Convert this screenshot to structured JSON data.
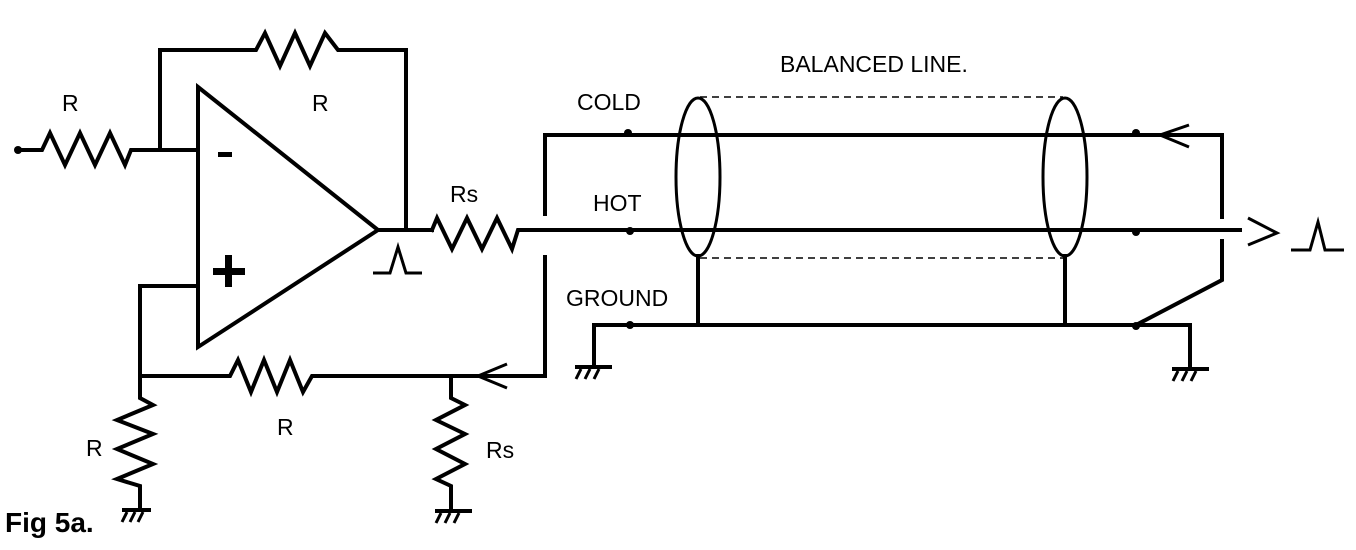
{
  "figure": {
    "caption": "Fig 5a.",
    "title": "BALANCED LINE."
  },
  "labels": {
    "input_resistor": "R",
    "feedback_resistor": "R",
    "series_resistor_out": "Rs",
    "sense_resistor": "R",
    "ground_resistor": "R",
    "sense_shunt_resistor": "Rs",
    "opamp_minus": "-",
    "opamp_plus": "+"
  },
  "lines": {
    "cold": "COLD",
    "hot": "HOT",
    "ground": "GROUND"
  },
  "colors": {
    "ink": "#000000",
    "background": "#ffffff"
  }
}
